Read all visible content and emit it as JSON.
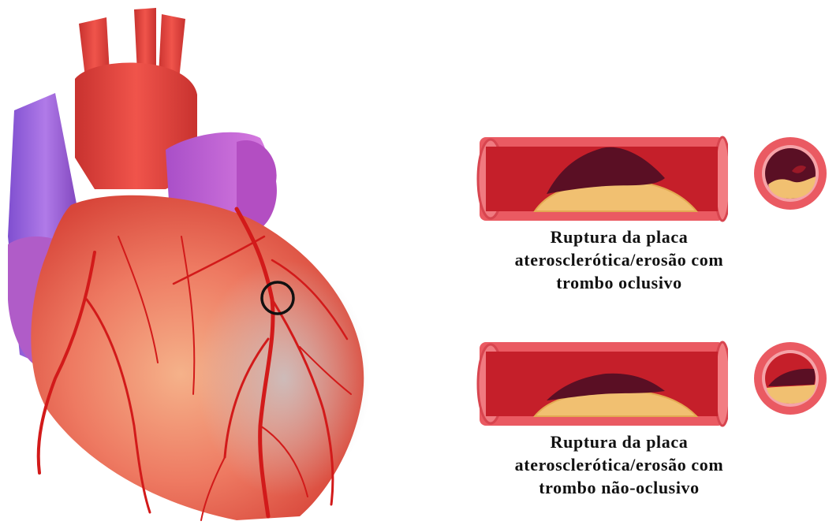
{
  "illustration": {
    "heart": "heart-anatomy-illustration",
    "marker": "circled-lesion-marker"
  },
  "panels": [
    {
      "id": "occlusive",
      "caption_lines": [
        "Ruptura da placa",
        "aterosclerótica/erosão com",
        "trombo oclusivo"
      ]
    },
    {
      "id": "non-occlusive",
      "caption_lines": [
        "Ruptura da placa",
        "aterosclerótica/erosão com",
        "trombo não-oclusivo"
      ]
    }
  ],
  "colors": {
    "vessel_wall": "#e8505a",
    "lumen": "#c91f2c",
    "plaque": "#f2c27a",
    "thrombus": "#5a0f24",
    "heart": "#e24a3c",
    "vein": "#9b5fd6"
  }
}
